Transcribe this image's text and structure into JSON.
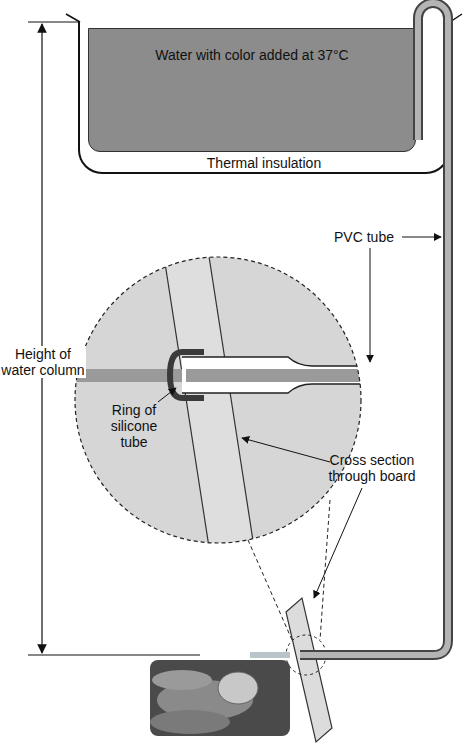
{
  "diagram": {
    "nodes": [
      {
        "text": [
          "Thermal insulation"
        ]
      },
      {
        "text": [
          "Water with color added at 37°C"
        ],
        "in": 0
      }
    ],
    "labels": [
      "PVC tube",
      "Height of water column",
      "Ring of silicone tube",
      "Cross section through board"
    ]
  }
}
